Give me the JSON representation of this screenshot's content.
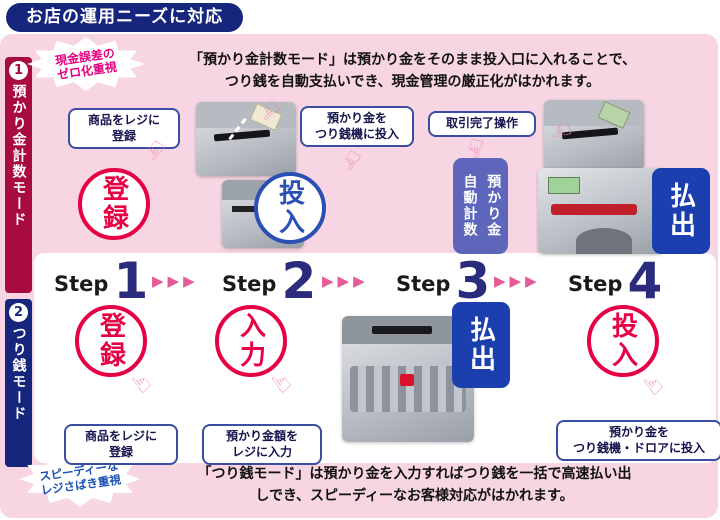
{
  "title": "お店の運用ニーズに対応",
  "step_word": "Step",
  "step_arrow": "▶▶▶",
  "colors": {
    "panel_pink": "#f7d5e2",
    "navy": "#16267c",
    "crimson": "#a80b3d",
    "red": "#e60044",
    "blue": "#2b50b4",
    "payout_blue": "#1b3fae",
    "tag_blue": "#5d66bb",
    "step_number": "#2b2b7e",
    "arrow_pink": "#e75a9a",
    "hand_pink": "#ef86b1",
    "burst_magenta": "#e4007f",
    "burst_blue": "#1b50b4"
  },
  "mode1": {
    "number": "1",
    "label": "預かり金計数モード",
    "burst": [
      "現金誤差の",
      "ゼロ化重視"
    ],
    "description": [
      "「預かり金計数モード」は預かり金をそのまま投入口に入れることで、",
      "つり銭を自動支払いでき、現金管理の厳正化がはかれます。"
    ],
    "step1": {
      "num": "1",
      "circle": "登録",
      "bubble": [
        "商品をレジに",
        "登録"
      ]
    },
    "step2": {
      "num": "2",
      "circle": "投入",
      "bubble": [
        "預かり金を",
        "つり銭機に投入"
      ]
    },
    "step3": {
      "num": "3",
      "bubble": [
        "取引完了操作"
      ],
      "tag": [
        "預かり金",
        "自動計数"
      ]
    },
    "step4": {
      "num": "4",
      "circle": "払出"
    }
  },
  "mode2": {
    "number": "2",
    "label": "つり銭モード",
    "burst": [
      "スピーディーな",
      "レジさばき重視"
    ],
    "description": [
      "「つり銭モード」は預かり金を入力すればつり銭を一括で高速払い出",
      "しでき、スピーディーなお客様対応がはかれます。"
    ],
    "item1": {
      "circle": "登録",
      "bubble": [
        "商品をレジに",
        "登録"
      ]
    },
    "item2": {
      "circle": "入力",
      "bubble": [
        "預かり金額を",
        "レジに入力"
      ]
    },
    "item3": {
      "circle": "払出"
    },
    "item4": {
      "circle": "投入",
      "bubble": [
        "預かり金を",
        "つり銭機・ドロアに投入"
      ]
    }
  }
}
